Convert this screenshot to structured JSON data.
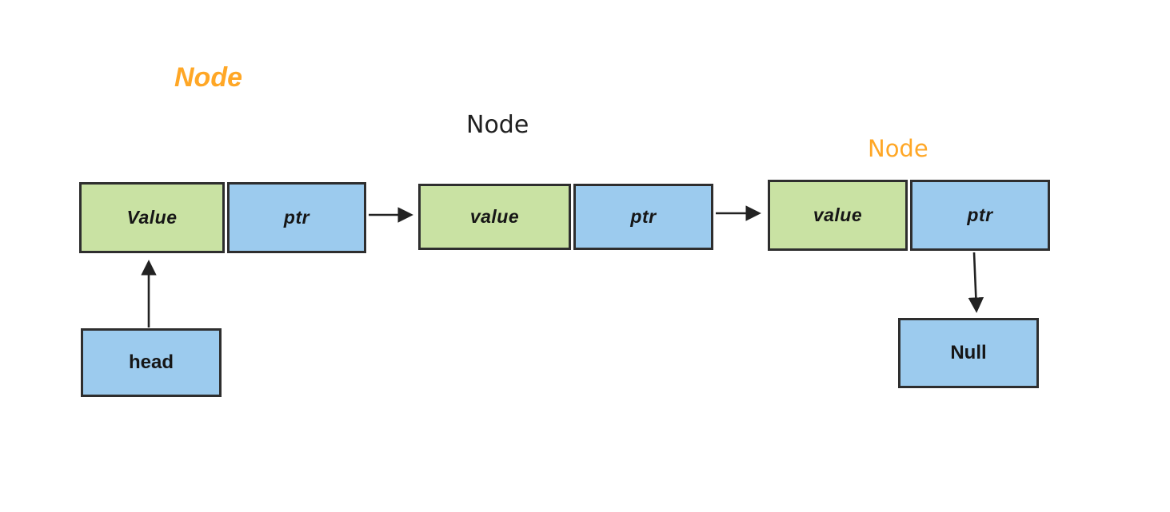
{
  "diagram": {
    "title_labels": {
      "node1": "Node",
      "node2": "Node",
      "node3": "Node"
    },
    "nodes": [
      {
        "value": "Value",
        "ptr": "ptr"
      },
      {
        "value": "value",
        "ptr": "ptr"
      },
      {
        "value": "value",
        "ptr": "ptr"
      }
    ],
    "head_label": "head",
    "null_label": "Null",
    "colors": {
      "value_cell_fill": "#c9e2a3",
      "ptr_cell_fill": "#9ccbee",
      "label_orange": "#ffa726",
      "label_black": "#1f1f1f",
      "border": "#2e2e2e",
      "background": "#ffffff"
    }
  }
}
